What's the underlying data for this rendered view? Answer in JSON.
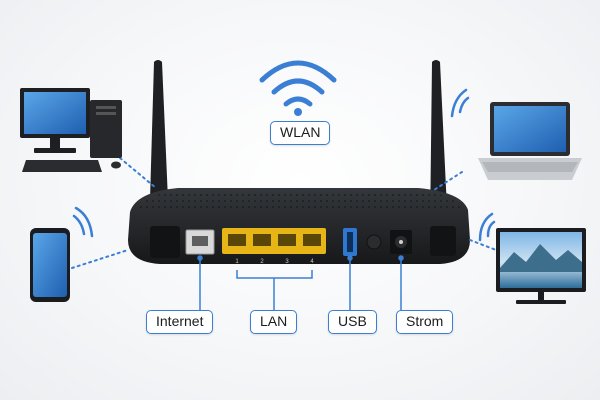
{
  "labels": {
    "wlan": "WLAN",
    "internet": "Internet",
    "lan": "LAN",
    "usb": "USB",
    "strom": "Strom"
  },
  "lan_port_numbers": [
    "1",
    "2",
    "3",
    "4"
  ],
  "colors": {
    "accent": "#3b7fd4",
    "router_body": "#1f2124",
    "lan_ports": "#e7b515",
    "usb_port": "#2f78d0",
    "wan_port": "#d9d9d9"
  },
  "icons": {
    "wifi": "wifi-icon",
    "desktop": "desktop-computer-icon",
    "laptop": "laptop-icon",
    "phone": "smartphone-icon",
    "tv": "television-icon"
  }
}
